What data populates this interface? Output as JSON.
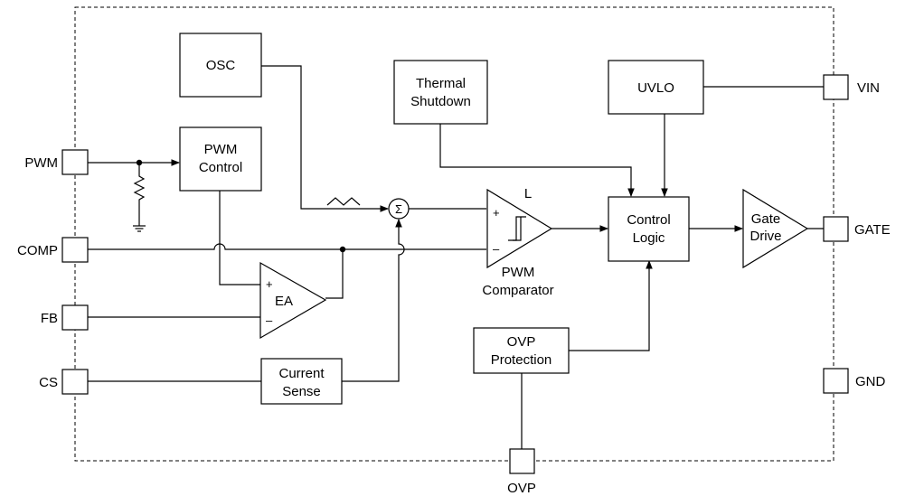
{
  "blocks": {
    "osc": "OSC",
    "pwm_control": [
      "PWM",
      "Control"
    ],
    "thermal_shutdown": [
      "Thermal",
      "Shutdown"
    ],
    "uvlo": "UVLO",
    "control_logic": [
      "Control",
      "Logic"
    ],
    "gate_drive": [
      "Gate",
      "Drive"
    ],
    "error_amp": "EA",
    "current_sense": [
      "Current",
      "Sense"
    ],
    "ovp_protection": [
      "OVP",
      "Protection"
    ],
    "pwm_comparator": [
      "PWM",
      "Comparator"
    ],
    "comparator_mark": "L"
  },
  "pins": {
    "pwm": "PWM",
    "comp": "COMP",
    "fb": "FB",
    "cs": "CS",
    "vin": "VIN",
    "gate": "GATE",
    "gnd": "GND",
    "ovp": "OVP"
  },
  "symbols": {
    "summer": "Σ",
    "plus": "+",
    "minus": "–"
  }
}
